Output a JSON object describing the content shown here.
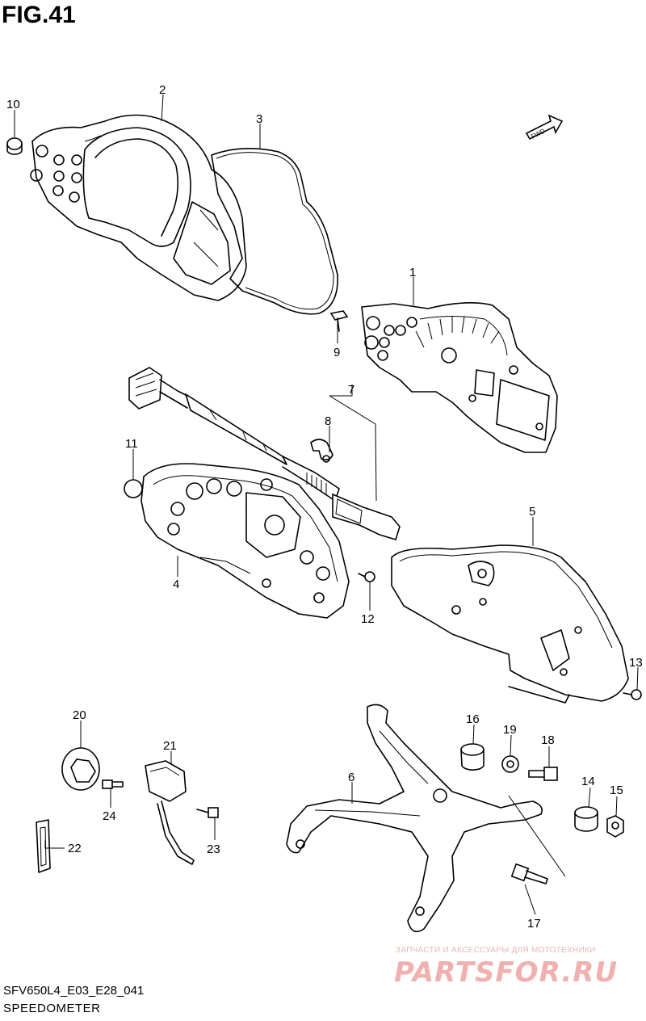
{
  "figure_title": "FIG.41",
  "footer": {
    "model_code": "SFV650L4_E03_E28_041",
    "section_name": "SPEEDOMETER"
  },
  "watermark": {
    "tagline": "ЗАПЧАСТИ И АКСЕССУАРЫ ДЛЯ МОТОТЕХНИКИ",
    "brand": "PARTSFOR.RU"
  },
  "direction_badge": "FWD",
  "callouts": {
    "c1": "1",
    "c2": "2",
    "c3": "3",
    "c4": "4",
    "c5": "5",
    "c6": "6",
    "c7": "7",
    "c8": "8",
    "c9": "9",
    "c10": "10",
    "c11": "11",
    "c12": "12",
    "c13": "13",
    "c14": "14",
    "c15": "15",
    "c16": "16",
    "c17": "17",
    "c18": "18",
    "c19": "19",
    "c20": "20",
    "c21": "21",
    "c22": "22",
    "c23": "23",
    "c24": "24"
  },
  "colors": {
    "line": "#000000",
    "watermark": "#f0b0b0"
  }
}
